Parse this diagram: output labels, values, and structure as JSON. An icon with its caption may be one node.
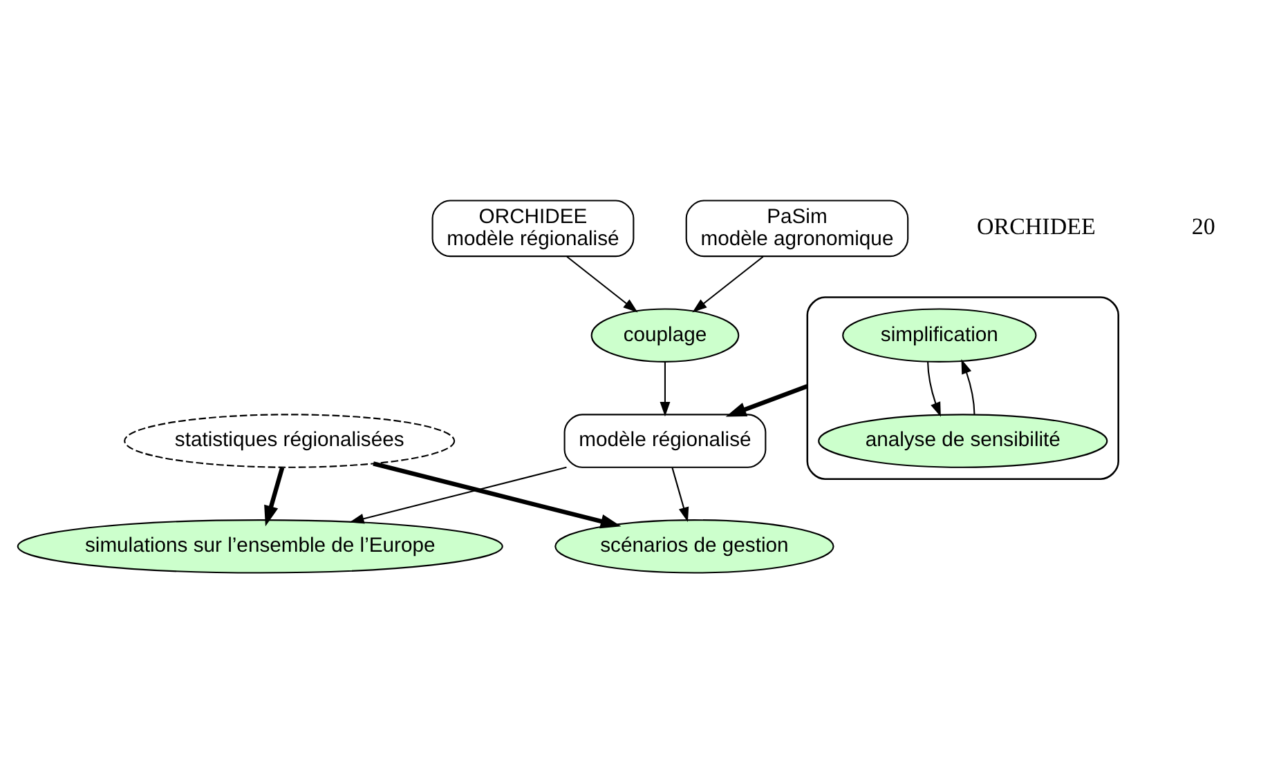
{
  "diagram": {
    "nodes": [
      {
        "text": [
          "ORCHIDEE",
          "modèle régionalisé"
        ]
      },
      {
        "text": [
          "PaSim",
          "modèle agronomique"
        ]
      },
      {
        "text": [
          "couplage"
        ]
      },
      {
        "text": [],
        "shape": "box"
      },
      {
        "text": [
          "simplification"
        ],
        "in": 3
      },
      {
        "text": [
          "analyse de sensibilité"
        ],
        "in": 3
      },
      {
        "text": [
          "modèle régionalisé"
        ]
      },
      {
        "text": [
          "statistiques régionalisées"
        ]
      },
      {
        "text": [
          "simulations sur l’ensemble de l’Europe"
        ]
      },
      {
        "text": [
          "scénarios de gestion"
        ]
      }
    ],
    "edges": [
      {
        "from": 0,
        "to": 2,
        "arrow": "to"
      },
      {
        "from": 1,
        "to": 2,
        "arrow": "to"
      },
      {
        "from": 2,
        "to": 6,
        "arrow": "to"
      },
      {
        "from": 3,
        "to": 6,
        "arrow": "to",
        "style": "thick"
      },
      {
        "from": 4,
        "to": 5,
        "arrow": "to"
      },
      {
        "from": 5,
        "to": 4,
        "arrow": "to"
      },
      {
        "from": 6,
        "to": 8,
        "arrow": "to"
      },
      {
        "from": 6,
        "to": 9,
        "arrow": "to"
      },
      {
        "from": 7,
        "to": 8,
        "arrow": "to",
        "style": "thick"
      },
      {
        "from": 7,
        "to": 9,
        "arrow": "to",
        "style": "thick"
      }
    ],
    "labels": [
      "ORCHIDEE",
      "20"
    ]
  }
}
